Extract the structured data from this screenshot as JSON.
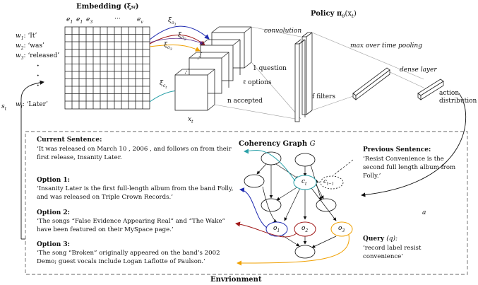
{
  "embedding": {
    "title": "Embedding (ξ",
    "title_sub": "s",
    "title_subsub": "i",
    "title_close": ")",
    "col_headers": [
      "e",
      "e",
      "e",
      "···",
      "e"
    ],
    "col_header_subs": [
      "1",
      "1",
      "3",
      "",
      "v"
    ],
    "words": [
      {
        "label": "w",
        "sub": "1",
        "text": ": ‘It’"
      },
      {
        "label": "w",
        "sub": "2",
        "text": ": ‘was’"
      },
      {
        "label": "w",
        "sub": "3",
        "text": ": ‘released’"
      },
      {
        "label": "w",
        "sub": "l",
        "text": ": ‘Later’"
      }
    ],
    "dot": "·"
  },
  "policy": {
    "title": "Policy π",
    "title_sub": "θ",
    "title_arg": "(x",
    "title_arg_sub": "t",
    "title_close": ")",
    "xi": "ξ",
    "xi_o1": "o",
    "xi_o1_sub": "1",
    "xi_o2": "o",
    "xi_o2_sub": "2",
    "xi_o3": "o",
    "xi_o3_sub": "3",
    "xi_c": "c",
    "xi_c_sub": "t",
    "convolution": "convolution",
    "max_pool": "max over time pooling",
    "dense": "dense layer",
    "one_question": "1 question",
    "ell_options": "ℓ options",
    "n_accepted": "n accepted",
    "f_filters": "f  filters",
    "action": "action",
    "distribution": "distribution",
    "x_label": "x",
    "x_sub": "t",
    "s_label": "s",
    "s_sub": "t",
    "a_label": "a"
  },
  "environment": {
    "label": "Envrionment",
    "graph_title": "Coherency Graph ",
    "graph_title_var": "G",
    "current_title": "Current Sentence:",
    "current_text": "‘It was released on March 10 , 2006 , and follows on from their first release, Insanity Later.",
    "option1_title": "Option 1:",
    "option1_text": "‘Insanity Later is the first full-length album from the band Folly, and was released on Triple Crown Records.’",
    "option2_title": "Option 2:",
    "option2_text": "‘The songs “False Evidence Appearing Real” and “The Wake” have been featured on their MySpace page.’",
    "option3_title": "Option 3:",
    "option3_text": "‘The song “Broken” originally appeared on the band’s 2002 Demo; guest vocals include Logan Laflotte of Paulson.’",
    "previous_title": "Previous Sentence:",
    "previous_text": "‘Resist Convenience is the second full length album from Folly.’",
    "query_title": "Query ",
    "query_var": "(q):",
    "query_text": "‘record label resist convenience’",
    "node_ct": "c",
    "node_ct_sub": "t",
    "node_ct1": "c",
    "node_ct1_sub": "t−1",
    "node_o1": "o",
    "node_o1_sub": "1",
    "node_o2": "o",
    "node_o2_sub": "2",
    "node_o3": "o",
    "node_o3_sub": "3"
  },
  "colors": {
    "teal": "#2aa0a8",
    "blue": "#1f2bb0",
    "red": "#a01818",
    "orange": "#f0a000",
    "border": "#666666"
  }
}
